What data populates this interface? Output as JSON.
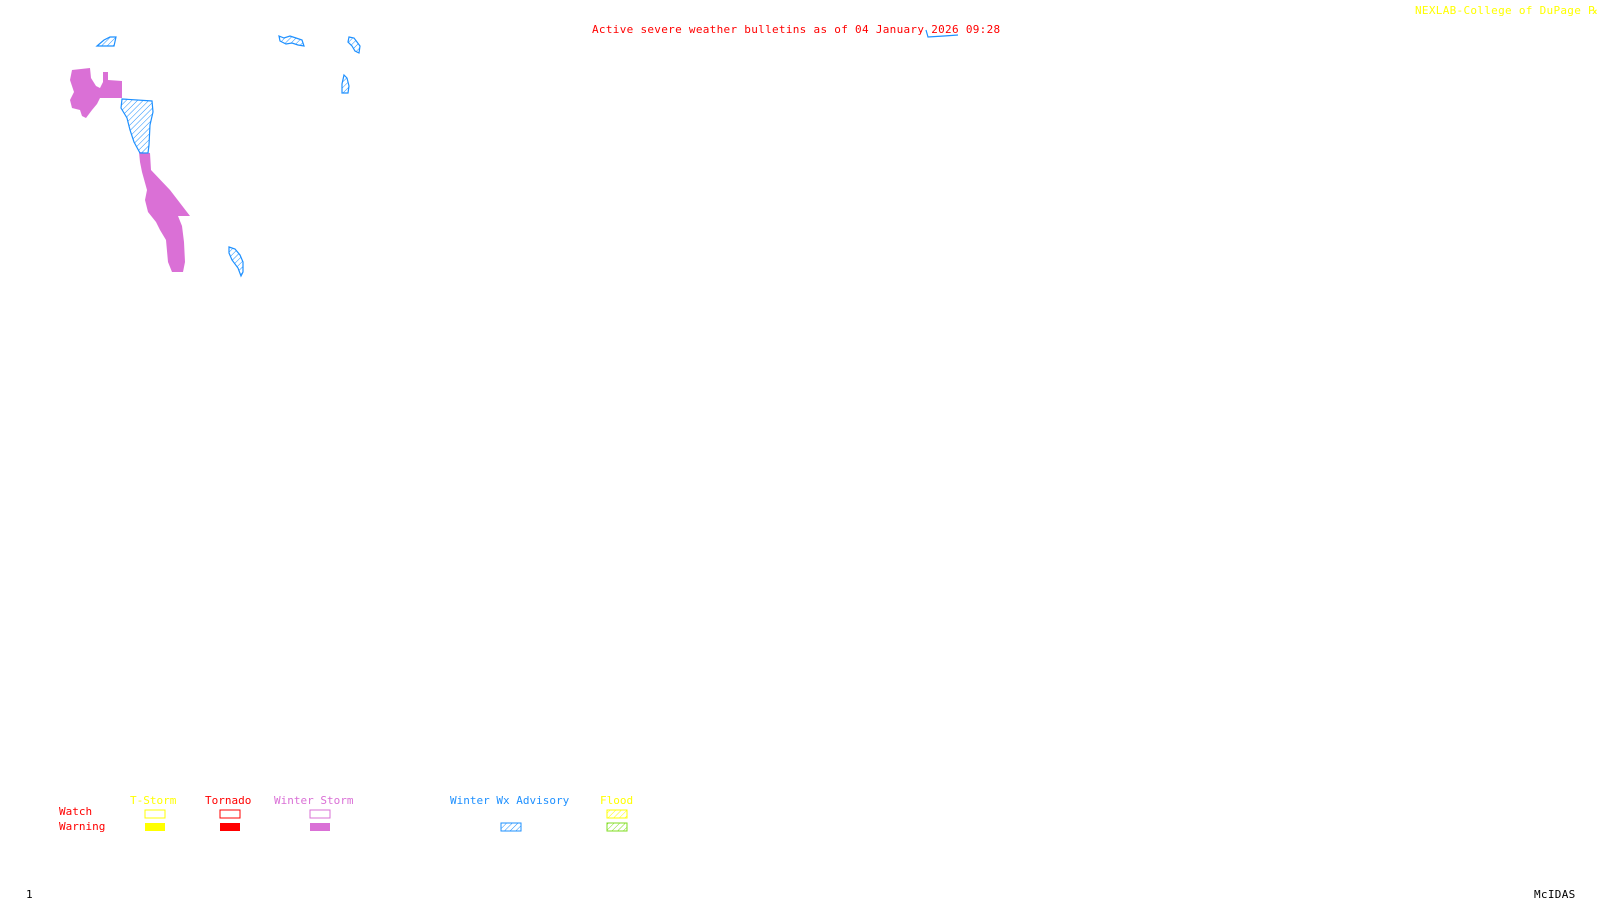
{
  "header": {
    "title": "Active severe weather bulletins as of 04 January 2026 09:28",
    "credit": "NEXLAB-College of DuPage ℞"
  },
  "footer": {
    "frame_number": "1",
    "software": "McIDAS"
  },
  "colors": {
    "tstorm": "#ffff00",
    "tornado": "#ff0000",
    "winter_storm": "#da70d6",
    "winter_wx_advisory": "#1e90ff",
    "flood_watch": "#ffff00",
    "flood_warning": "#7fdd1f",
    "title": "#ff0000",
    "credit": "#ffff00"
  },
  "legend": {
    "row_labels": {
      "watch": "Watch",
      "warning": "Warning"
    },
    "categories": [
      {
        "key": "tstorm",
        "label": "T-Storm",
        "watch": "outline",
        "warning": "filled"
      },
      {
        "key": "tornado",
        "label": "Tornado",
        "watch": "outline",
        "warning": "filled"
      },
      {
        "key": "winter_storm",
        "label": "Winter Storm",
        "watch": "outline",
        "warning": "filled"
      },
      {
        "key": "winter_wx_advisory",
        "label": "Winter Wx Advisory",
        "watch": "none",
        "warning": "hatched"
      },
      {
        "key": "flood",
        "label": "Flood",
        "watch": "hatched",
        "warning": "hatched"
      }
    ]
  },
  "map": {
    "active_bulletins": [
      {
        "type": "Winter Storm Warning",
        "count": 2
      },
      {
        "type": "Winter Wx Advisory",
        "count": 8
      }
    ]
  }
}
